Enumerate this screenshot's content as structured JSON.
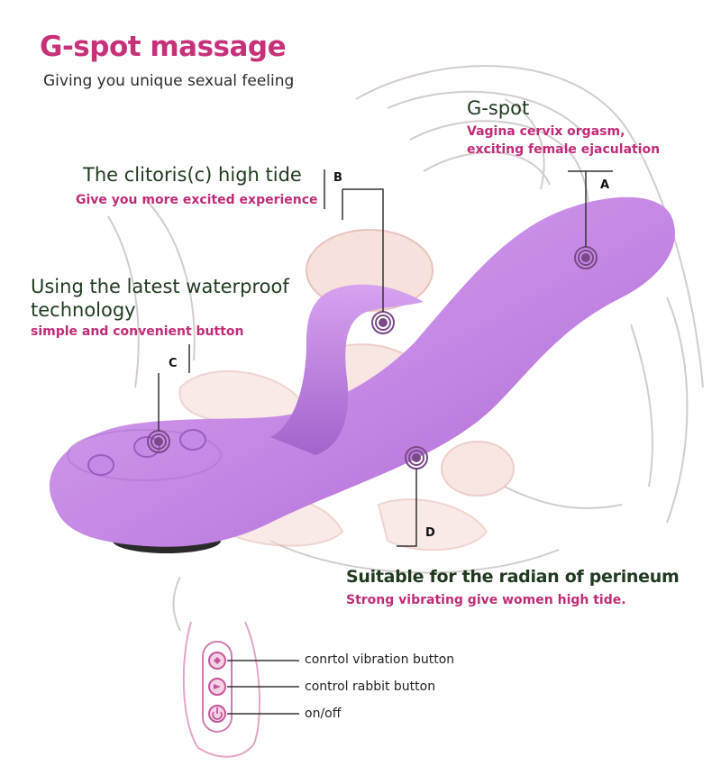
{
  "header": {
    "title": "G-spot massage",
    "subtitle": "Giving you unique sexual feeling"
  },
  "features": {
    "gspot": {
      "heading": "G-spot",
      "desc_line1": "Vagina cervix orgasm,",
      "desc_line2": "exciting female ejaculation",
      "marker": "A"
    },
    "clitoris": {
      "heading": "The clitoris(c) high tide",
      "desc": "Give you more excited experience",
      "marker": "B"
    },
    "waterproof": {
      "heading_line1": "Using the latest waterproof",
      "heading_line2": "technology",
      "desc": "simple and convenient button",
      "marker": "C"
    },
    "perineum": {
      "heading": "Suitable for the radian of perineum",
      "desc": "Strong vibrating give women  high tide.",
      "marker": "D"
    }
  },
  "legend": {
    "items": [
      {
        "label": "conrtol vibration button",
        "icon": "vibration-icon"
      },
      {
        "label": "control rabbit button",
        "icon": "rabbit-icon"
      },
      {
        "label": "on/off",
        "icon": "power-icon"
      }
    ]
  },
  "colors": {
    "accent": "#c7317a",
    "device": "#c78ae6",
    "anatomy_line": "#cfc7c7",
    "organ_fill": "#f4d6d2"
  }
}
